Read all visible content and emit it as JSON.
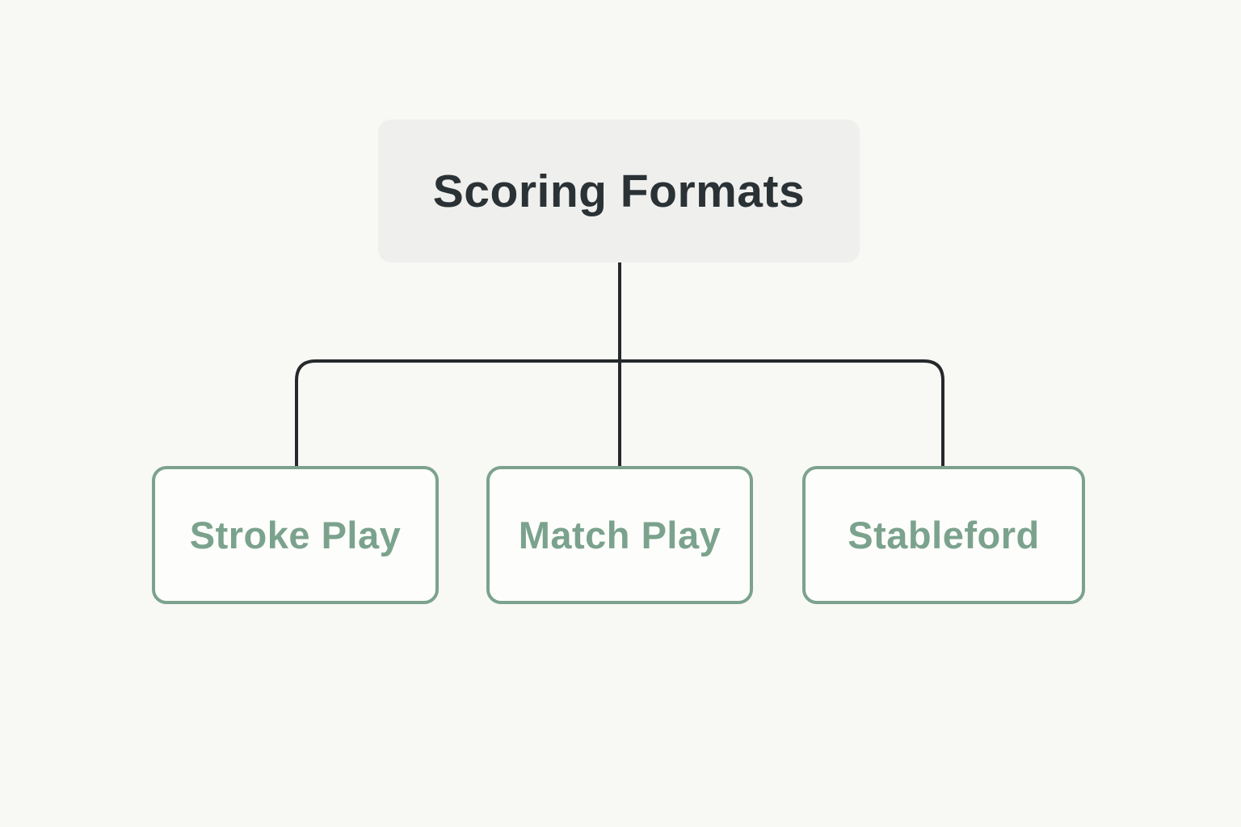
{
  "diagram": {
    "title": "Scoring Formats",
    "root": {
      "label": "Scoring Formats"
    },
    "children": [
      {
        "label": "Stroke Play"
      },
      {
        "label": "Match Play"
      },
      {
        "label": "Stableford"
      }
    ]
  },
  "colors": {
    "background": "#f8f8f5",
    "root_fill": "#eff0ee",
    "root_text": "#2b3236",
    "accent_green": "#7ba28d",
    "child_fill": "#fdfdfb",
    "connector": "#26292b"
  }
}
